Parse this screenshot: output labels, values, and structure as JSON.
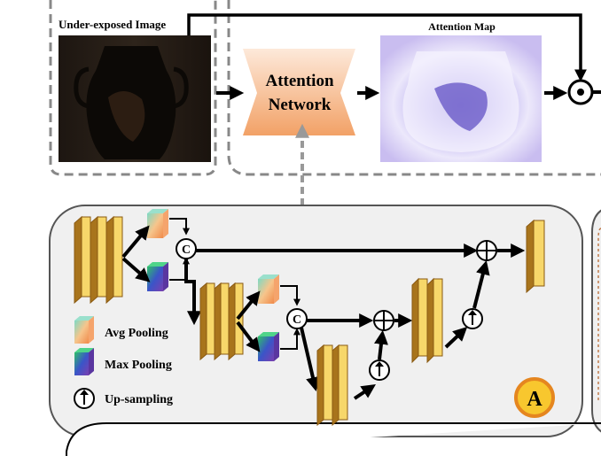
{
  "top": {
    "input_label": "Under-exposed Image",
    "attention_network_line1": "Attention",
    "attention_network_line2": "Network",
    "attention_map_label": "Attention Map",
    "multiply_symbol": "⊙"
  },
  "module": {
    "concat_symbol": "C",
    "add_symbol": "⊕",
    "upsample_symbol": "↑",
    "badge": "A"
  },
  "legend": {
    "avg_pooling": "Avg Pooling",
    "max_pooling": "Max Pooling",
    "up_sampling": "Up-sampling"
  },
  "colors": {
    "feature_face": "#f7d76a",
    "feature_side": "#e3a53a",
    "feature_dark": "#8a5a12",
    "attention_grad_top": "#fde7d7",
    "attention_grad_bottom": "#f3a46b",
    "attention_map_base": "#c9bdf0",
    "panel_bg": "#f0f0f0",
    "badge_fill": "#f4c430",
    "badge_ring": "#e07b1a"
  }
}
